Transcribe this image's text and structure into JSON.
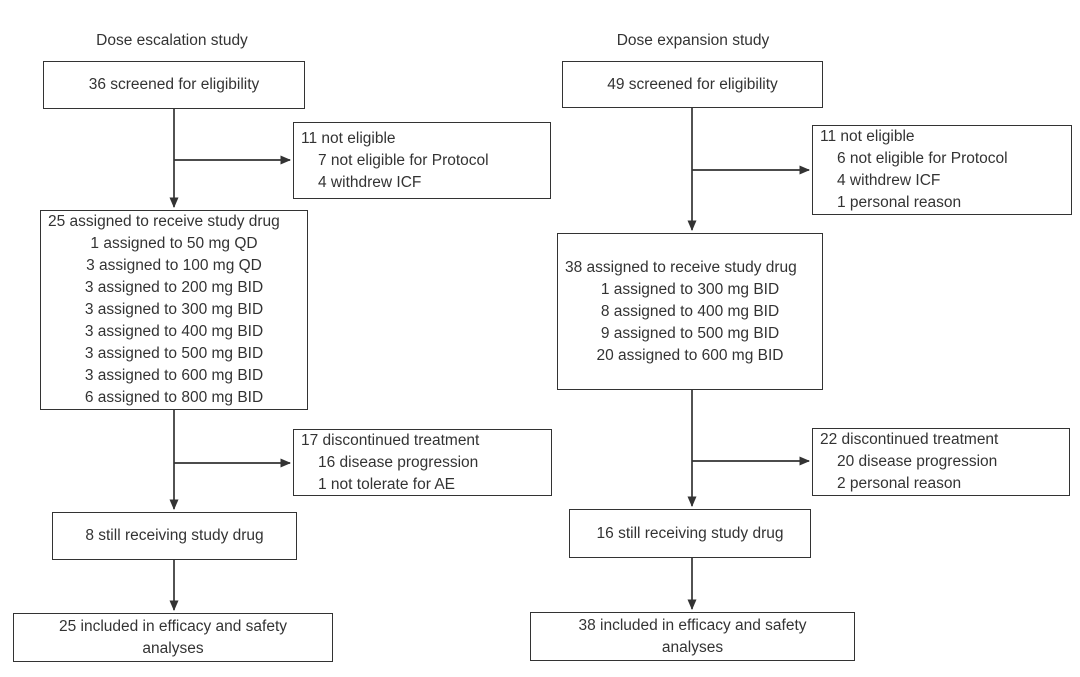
{
  "colors": {
    "background": "#ffffff",
    "border": "#333333",
    "text": "#333333",
    "line": "#333333"
  },
  "columns": [
    {
      "title": "Dose escalation study",
      "boxes": {
        "screened": {
          "lines": [
            "36 screened for eligibility"
          ]
        },
        "not_eligible": {
          "lines": [
            "11 not eligible",
            "7 not eligible for Protocol",
            "4 withdrew ICF"
          ]
        },
        "assigned": {
          "lines": [
            "25 assigned to receive study drug",
            "1 assigned to 50 mg QD",
            "3 assigned to 100 mg QD",
            "3 assigned to 200 mg BID",
            "3 assigned to 300 mg BID",
            "3 assigned to 400 mg BID",
            "3 assigned to 500 mg BID",
            "3 assigned to 600 mg BID",
            "6 assigned to 800 mg BID"
          ]
        },
        "discontinued": {
          "lines": [
            "17 discontinued treatment",
            "16 disease progression",
            "1 not tolerate for AE"
          ]
        },
        "still_receiving": {
          "lines": [
            "8 still receiving study drug"
          ]
        },
        "included": {
          "lines": [
            "25 included in efficacy and safety analyses"
          ]
        }
      }
    },
    {
      "title": "Dose expansion study",
      "boxes": {
        "screened": {
          "lines": [
            "49 screened for eligibility"
          ]
        },
        "not_eligible": {
          "lines": [
            "11 not eligible",
            "6 not eligible for Protocol",
            "4 withdrew ICF",
            "1 personal reason"
          ]
        },
        "assigned": {
          "lines": [
            "38 assigned to receive study drug",
            "1 assigned to 300 mg BID",
            "8 assigned to 400 mg BID",
            "9 assigned to 500 mg BID",
            "20 assigned to 600 mg BID"
          ]
        },
        "discontinued": {
          "lines": [
            "22 discontinued treatment",
            "20 disease progression",
            "2 personal reason"
          ]
        },
        "still_receiving": {
          "lines": [
            "16 still receiving study drug"
          ]
        },
        "included": {
          "lines": [
            "38 included in efficacy and safety analyses"
          ]
        }
      }
    }
  ]
}
